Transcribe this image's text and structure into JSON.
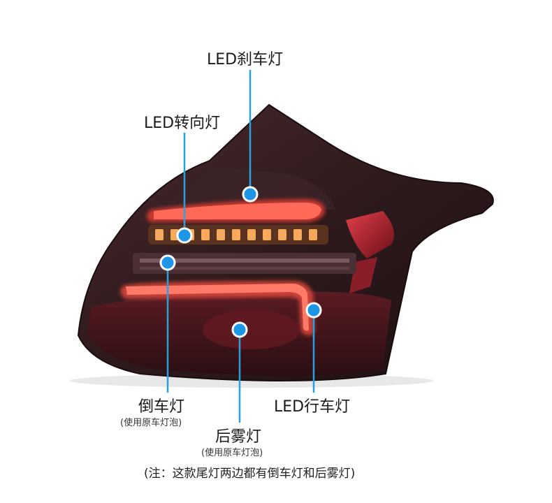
{
  "callouts": {
    "brake": {
      "label": "LED刹车灯"
    },
    "turn": {
      "label": "LED转向灯"
    },
    "reverse": {
      "label": "倒车灯",
      "sub": "(使用原车灯泡)"
    },
    "fog": {
      "label": "后雾灯",
      "sub": "(使用原车灯泡)"
    },
    "running": {
      "label": "LED行车灯"
    }
  },
  "footnote": "(注：这款尾灯两边都有倒车灯和后雾灯)",
  "colors": {
    "callout_line": "#2a9fe0",
    "callout_dot": "#1e96e6",
    "lamp_housing": "#3a2225",
    "led_red": "#ff5a4a"
  }
}
